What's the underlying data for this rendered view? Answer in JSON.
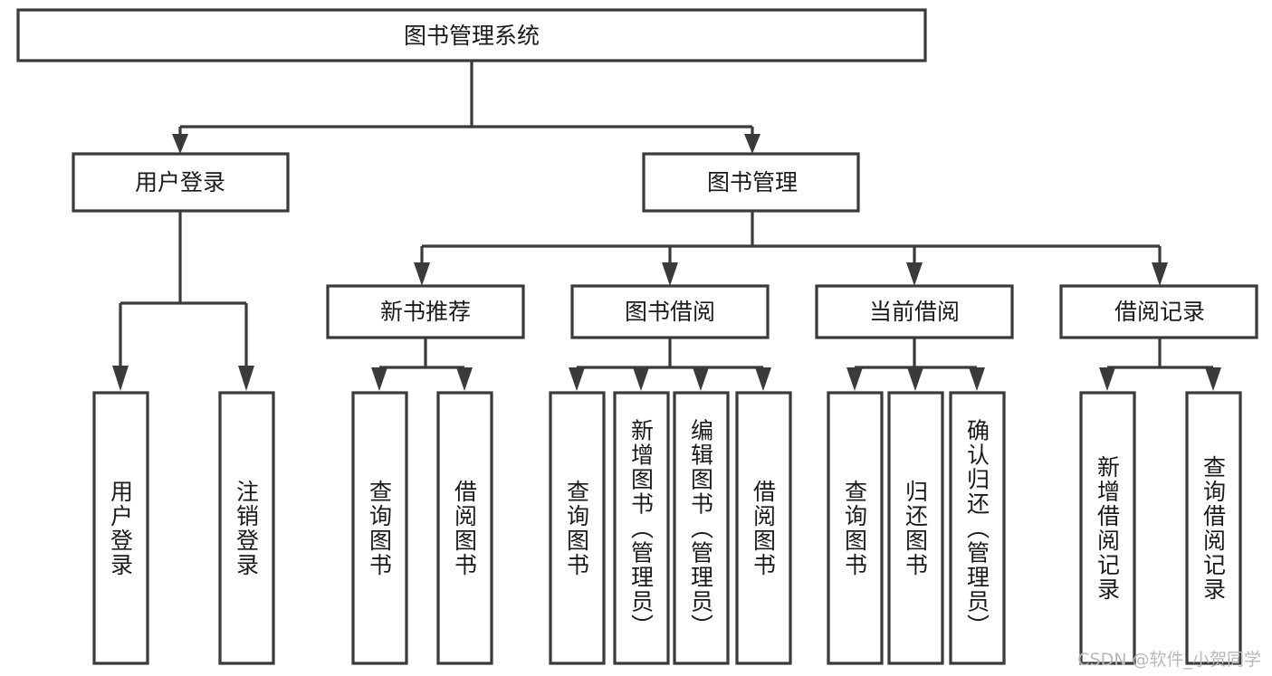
{
  "diagram": {
    "type": "hierarchy-tree",
    "title": "图书管理系统",
    "orientation": "top-down",
    "levels": 4,
    "watermark": "CSDN @软件_小贺同学",
    "colors": {
      "node_fill": "#ffffff",
      "node_stroke": "#3a3a3a",
      "edge": "#3a3a3a",
      "text": "#1a1a1a",
      "watermark": "#b9b9b9",
      "background": "#ffffff"
    },
    "root": {
      "id": "root",
      "label": "图书管理系统"
    },
    "level2": [
      {
        "id": "user-login",
        "label": "用户登录"
      },
      {
        "id": "book-management",
        "label": "图书管理"
      }
    ],
    "level3": [
      {
        "id": "new-book-recommend",
        "label": "新书推荐",
        "parent": "book-management"
      },
      {
        "id": "book-borrow",
        "label": "图书借阅",
        "parent": "book-management"
      },
      {
        "id": "current-borrow",
        "label": "当前借阅",
        "parent": "book-management"
      },
      {
        "id": "borrow-record",
        "label": "借阅记录",
        "parent": "book-management"
      }
    ],
    "leaves": [
      {
        "id": "leaf-user-login",
        "label": "用户登录",
        "parent": "user-login"
      },
      {
        "id": "leaf-logout-login",
        "label": "注销登录",
        "parent": "user-login"
      },
      {
        "id": "leaf-query-book-1",
        "label": "查询图书",
        "parent": "new-book-recommend"
      },
      {
        "id": "leaf-borrow-book-1",
        "label": "借阅图书",
        "parent": "new-book-recommend"
      },
      {
        "id": "leaf-query-book-2",
        "label": "查询图书",
        "parent": "book-borrow"
      },
      {
        "id": "leaf-add-book",
        "label": "新增图书（管理员）",
        "parent": "book-borrow"
      },
      {
        "id": "leaf-edit-book",
        "label": "编辑图书（管理员）",
        "parent": "book-borrow"
      },
      {
        "id": "leaf-borrow-book-2",
        "label": "借阅图书",
        "parent": "book-borrow"
      },
      {
        "id": "leaf-query-book-3",
        "label": "查询图书",
        "parent": "current-borrow"
      },
      {
        "id": "leaf-return-book",
        "label": "归还图书",
        "parent": "current-borrow"
      },
      {
        "id": "leaf-confirm-return",
        "label": "确认归还（管理员）",
        "parent": "current-borrow"
      },
      {
        "id": "leaf-add-record",
        "label": "新增借阅记录",
        "parent": "borrow-record"
      },
      {
        "id": "leaf-query-record",
        "label": "查询借阅记录",
        "parent": "borrow-record"
      }
    ]
  }
}
